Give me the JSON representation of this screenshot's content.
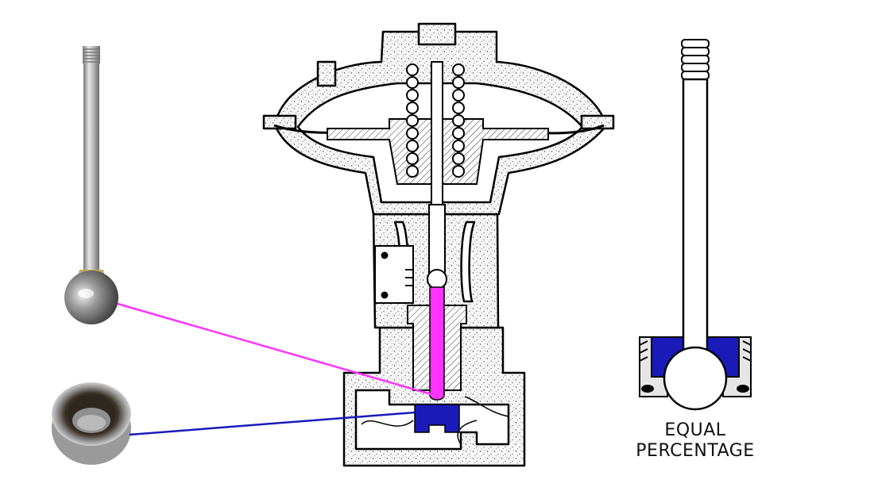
{
  "trim": {
    "label_line1": "EQUAL",
    "label_line2": "PERCENTAGE"
  },
  "colors": {
    "plug_stem_highlight": "#ff33ff",
    "seat_highlight": "#1a1ab8",
    "body_outline": "#000000",
    "body_fill": "#f4f4f4",
    "photo_metal": "#b8b8b8"
  },
  "parts": [
    {
      "name": "ball-plug-stem",
      "color_key": "plug_stem_highlight"
    },
    {
      "name": "valve-seat-ring",
      "color_key": "seat_highlight"
    }
  ]
}
